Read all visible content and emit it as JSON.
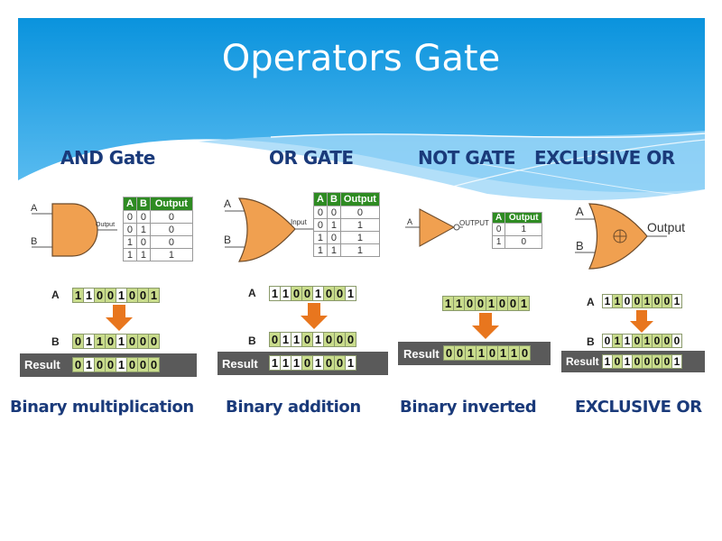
{
  "slide": {
    "title": "Operators Gate",
    "colors": {
      "header_top": "#0a93dd",
      "header_bottom": "#5fbdf0",
      "heading_text": "#1a3a7a",
      "gate_fill": "#f0a050",
      "table_header": "#2e8b22",
      "bit_green": "#c9dc8c",
      "result_bar": "#5a5a5a",
      "arrow": "#e8761e"
    }
  },
  "gates": [
    {
      "heading": "AND Gate",
      "caption": "Binary multiplication",
      "symbol": "and-gate",
      "inputs": [
        "A",
        "B"
      ],
      "output_label": "Output",
      "truth_table": {
        "headers": [
          "A",
          "B",
          "Output"
        ],
        "rows": [
          [
            "0",
            "0",
            "0"
          ],
          [
            "0",
            "1",
            "0"
          ],
          [
            "1",
            "0",
            "0"
          ],
          [
            "1",
            "1",
            "1"
          ]
        ]
      },
      "operation": {
        "row_a_label": "A",
        "row_b_label": "B",
        "result_label": "Result",
        "a": [
          "1",
          "1",
          "0",
          "0",
          "1",
          "0",
          "0",
          "1"
        ],
        "a_hl": [
          "g",
          "w",
          "g",
          "g",
          "w",
          "g",
          "g",
          "g"
        ],
        "b": [
          "0",
          "1",
          "1",
          "0",
          "1",
          "0",
          "0",
          "0"
        ],
        "b_hl": [
          "g",
          "w",
          "g",
          "g",
          "w",
          "g",
          "g",
          "g"
        ],
        "result": [
          "0",
          "1",
          "0",
          "0",
          "1",
          "0",
          "0",
          "0"
        ],
        "result_hl": [
          "g",
          "w",
          "g",
          "g",
          "w",
          "g",
          "g",
          "g"
        ]
      }
    },
    {
      "heading": "OR GATE",
      "caption": "Binary addition",
      "symbol": "or-gate",
      "inputs": [
        "A",
        "B"
      ],
      "output_label": "Input",
      "truth_table": {
        "headers": [
          "A",
          "B",
          "Output"
        ],
        "rows": [
          [
            "0",
            "0",
            "0"
          ],
          [
            "0",
            "1",
            "1"
          ],
          [
            "1",
            "0",
            "1"
          ],
          [
            "1",
            "1",
            "1"
          ]
        ]
      },
      "operation": {
        "row_a_label": "A",
        "row_b_label": "B",
        "result_label": "Result",
        "a": [
          "1",
          "1",
          "0",
          "0",
          "1",
          "0",
          "0",
          "1"
        ],
        "a_hl": [
          "w",
          "w",
          "g",
          "g",
          "w",
          "g",
          "g",
          "w"
        ],
        "b": [
          "0",
          "1",
          "1",
          "0",
          "1",
          "0",
          "0",
          "0"
        ],
        "b_hl": [
          "g",
          "w",
          "w",
          "g",
          "w",
          "g",
          "g",
          "g"
        ],
        "result": [
          "1",
          "1",
          "1",
          "0",
          "1",
          "0",
          "0",
          "1"
        ],
        "result_hl": [
          "w",
          "w",
          "w",
          "g",
          "w",
          "g",
          "g",
          "w"
        ]
      }
    },
    {
      "heading": "NOT GATE",
      "caption": "Binary inverted",
      "symbol": "not-gate",
      "inputs": [
        "A"
      ],
      "output_label": "OUTPUT",
      "truth_table": {
        "headers": [
          "A",
          "Output"
        ],
        "rows": [
          [
            "0",
            "1"
          ],
          [
            "1",
            "0"
          ]
        ]
      },
      "operation": {
        "result_label": "Result",
        "a": [
          "1",
          "1",
          "0",
          "0",
          "1",
          "0",
          "0",
          "1"
        ],
        "a_hl": [
          "g",
          "g",
          "g",
          "g",
          "g",
          "g",
          "g",
          "g"
        ],
        "result": [
          "0",
          "0",
          "1",
          "1",
          "0",
          "1",
          "1",
          "0"
        ],
        "result_hl": [
          "g",
          "g",
          "g",
          "g",
          "g",
          "g",
          "g",
          "g"
        ]
      }
    },
    {
      "heading": "EXCLUSIVE OR",
      "caption": "EXCLUSIVE OR",
      "symbol": "xor-gate",
      "inputs": [
        "A",
        "B"
      ],
      "output_label": "Output",
      "operation": {
        "row_a_label": "A",
        "row_b_label": "B",
        "result_label": "Result",
        "a": [
          "1",
          "1",
          "0",
          "0",
          "1",
          "0",
          "0",
          "1"
        ],
        "a_hl": [
          "w",
          "g",
          "w",
          "g",
          "g",
          "g",
          "g",
          "w"
        ],
        "b": [
          "0",
          "1",
          "1",
          "0",
          "1",
          "0",
          "0",
          "0"
        ],
        "b_hl": [
          "w",
          "g",
          "w",
          "g",
          "g",
          "g",
          "g",
          "w"
        ],
        "result": [
          "1",
          "0",
          "1",
          "0",
          "0",
          "0",
          "0",
          "1"
        ],
        "result_hl": [
          "w",
          "g",
          "w",
          "g",
          "g",
          "g",
          "g",
          "w"
        ]
      }
    }
  ]
}
